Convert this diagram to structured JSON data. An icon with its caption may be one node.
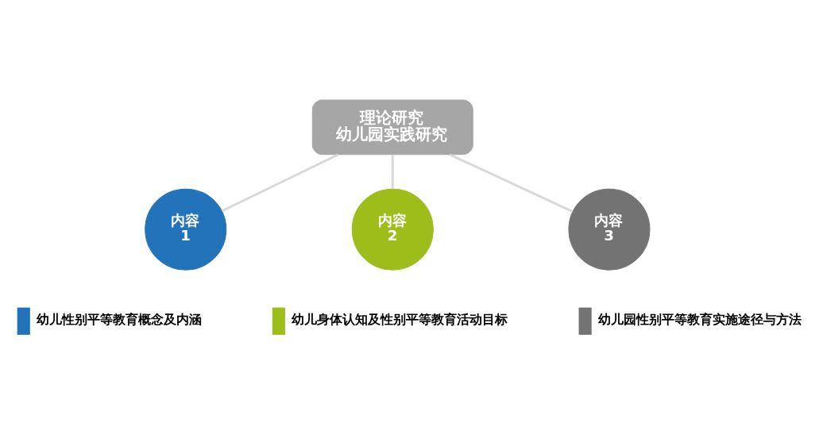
{
  "diagram": {
    "nodes": [
      {
        "text": [
          "理论研究",
          "幼儿园实践研究"
        ]
      },
      {
        "text": [
          "内容",
          "1"
        ]
      },
      {
        "text": [
          "内容",
          "2"
        ]
      },
      {
        "text": [
          "内容",
          "3"
        ]
      },
      {
        "text": [
          "幼儿性别平等教育概念及内涵"
        ]
      },
      {
        "text": [
          "幼儿身体认知及性别平等教育活动目标"
        ]
      },
      {
        "text": [
          "幼儿园性别平等教育实施途径与方法"
        ]
      }
    ],
    "edges": [
      {
        "from": 0,
        "to": 1,
        "arrow": "none"
      },
      {
        "from": 0,
        "to": 2,
        "arrow": "none"
      },
      {
        "from": 0,
        "to": 3,
        "arrow": "none"
      }
    ]
  }
}
